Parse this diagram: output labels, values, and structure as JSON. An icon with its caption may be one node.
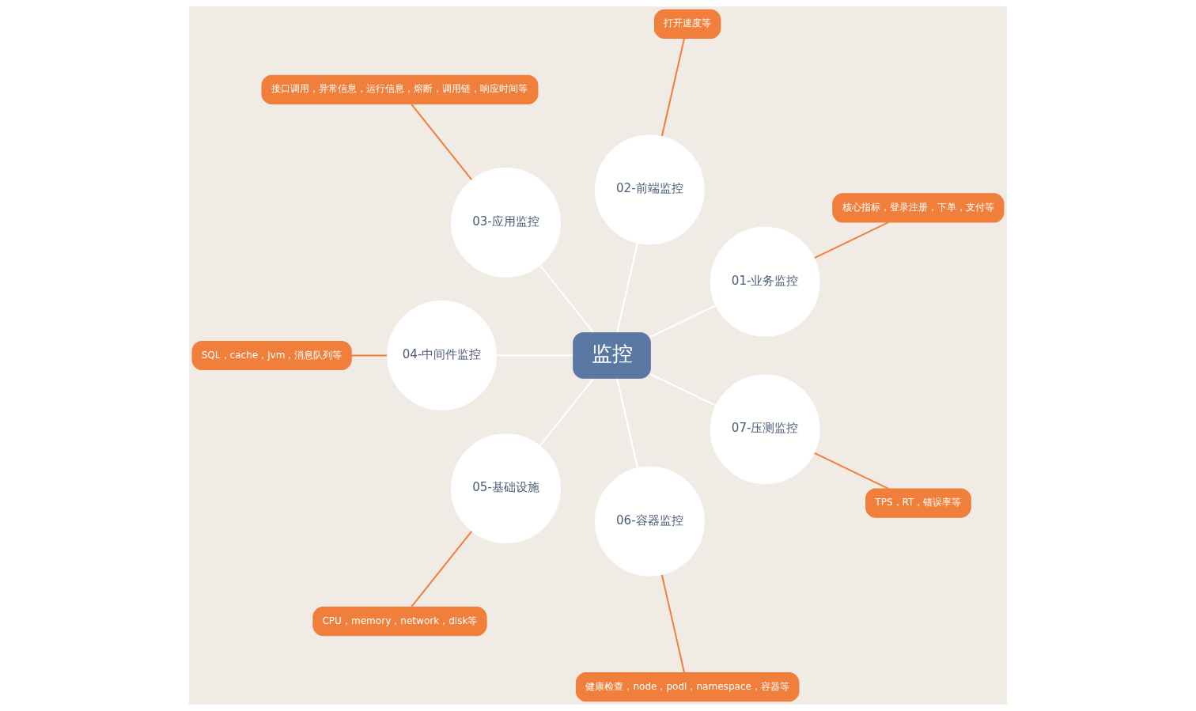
{
  "diagram": {
    "nodes": [
      {
        "text": [
          "监控"
        ]
      },
      {
        "text": [
          "01-业务监控"
        ]
      },
      {
        "text": [
          "核心指标，登录注册，下单，支付等"
        ]
      },
      {
        "text": [
          "02-前端监控"
        ]
      },
      {
        "text": [
          "打开速度等"
        ]
      },
      {
        "text": [
          "03-应用监控"
        ]
      },
      {
        "text": [
          "接口调用，异常信息，运行信息，熔断，调用链，响应时间等"
        ]
      },
      {
        "text": [
          "04-中间件监控"
        ]
      },
      {
        "text": [
          "SQL，cache，jvm，消息队列等"
        ]
      },
      {
        "text": [
          "05-基础设施"
        ]
      },
      {
        "text": [
          "CPU，memory，network，disk等"
        ]
      },
      {
        "text": [
          "06-容器监控"
        ]
      },
      {
        "text": [
          "健康检查，node，podl，namespace，容器等"
        ]
      },
      {
        "text": [
          "07-压测监控"
        ]
      },
      {
        "text": [
          "TPS，RT，错误率等"
        ]
      }
    ],
    "edges": [
      {
        "from": 0,
        "to": 1,
        "arrow": "none"
      },
      {
        "from": 1,
        "to": 2,
        "arrow": "none",
        "color": "#f07f3c"
      },
      {
        "from": 0,
        "to": 3,
        "arrow": "none"
      },
      {
        "from": 3,
        "to": 4,
        "arrow": "none",
        "color": "#f07f3c"
      },
      {
        "from": 0,
        "to": 5,
        "arrow": "none"
      },
      {
        "from": 5,
        "to": 6,
        "arrow": "none",
        "color": "#f07f3c"
      },
      {
        "from": 0,
        "to": 7,
        "arrow": "none"
      },
      {
        "from": 7,
        "to": 8,
        "arrow": "none",
        "color": "#f07f3c"
      },
      {
        "from": 0,
        "to": 9,
        "arrow": "none"
      },
      {
        "from": 9,
        "to": 10,
        "arrow": "none",
        "color": "#f07f3c"
      },
      {
        "from": 0,
        "to": 11,
        "arrow": "none"
      },
      {
        "from": 11,
        "to": 12,
        "arrow": "none",
        "color": "#f07f3c"
      },
      {
        "from": 0,
        "to": 13,
        "arrow": "none"
      },
      {
        "from": 13,
        "to": 14,
        "arrow": "none",
        "color": "#f07f3c"
      }
    ]
  }
}
